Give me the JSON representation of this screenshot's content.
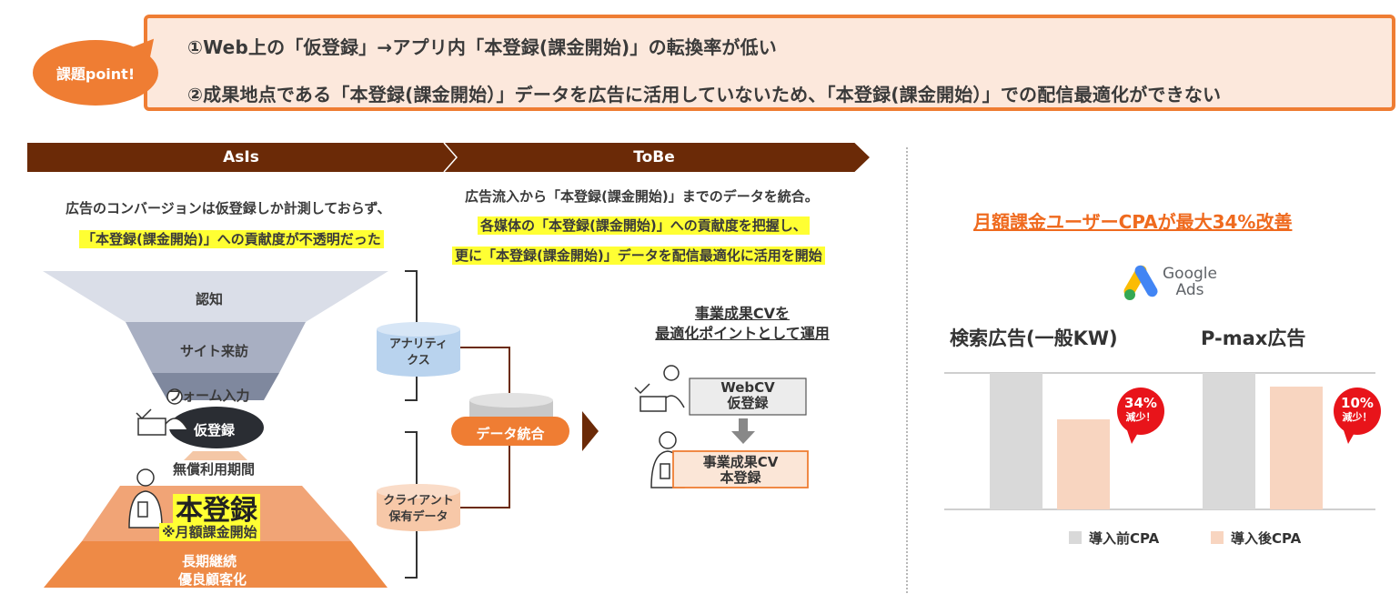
{
  "issue": {
    "badge": "課題point!",
    "line1": "①Web上の「仮登録」→アプリ内「本登録(課金開始)」の転換率が低い",
    "line2": "②成果地点である「本登録(課金開始）」データを広告に活用していないため、「本登録(課金開始）」での配信最適化ができない"
  },
  "asis": {
    "header": "AsIs",
    "text1": "広告のコンバージョンは仮登録しか計測しておらず、",
    "text2": "「本登録(課金開始)」への貢献度が不透明だった"
  },
  "tobe": {
    "header": "ToBe",
    "text1": "広告流入から「本登録(課金開始)」までのデータを統合。",
    "text2": "各媒体の「本登録(課金開始)」への貢献度を把握し、",
    "text3": "更に「本登録(課金開始)」データを配信最適化に活用を開始"
  },
  "funnel": {
    "stage1": "認知",
    "stage2": "サイト来訪",
    "stage3": "フォーム入力",
    "stage4": "仮登録",
    "free_period": "無償利用期間",
    "main": "本登録",
    "main_sub": "※月額課金開始",
    "long1": "長期継続",
    "long2": "優良顧客化"
  },
  "data": {
    "analytics1": "アナリティ",
    "analytics2": "クス",
    "client1": "クライアント",
    "client2": "保有データ",
    "integrate": "データ統合"
  },
  "cv": {
    "title1": "事業成果CVを",
    "title2": "最適化ポイントとして運用",
    "web1": "WebCV",
    "web2": "仮登録",
    "biz1": "事業成果CV",
    "biz2": "本登録"
  },
  "result": {
    "headline": "月額課金ユーザーCPAが最大34%改善",
    "logo1": "Google",
    "logo2": "Ads",
    "group1": "検索広告(一般KW)",
    "group2": "P-max広告",
    "badge1_pct": "34%",
    "badge1_txt": "減少！",
    "badge2_pct": "10%",
    "badge2_txt": "減少！",
    "legend_before": "導入前CPA",
    "legend_after": "導入後CPA",
    "color_before": "#d9d9d9",
    "color_after": "#f8d5c0"
  },
  "chart_data": {
    "type": "bar",
    "categories": [
      "検索広告(一般KW)",
      "P-max広告"
    ],
    "series": [
      {
        "name": "導入前CPA",
        "values": [
          100,
          100
        ]
      },
      {
        "name": "導入後CPA",
        "values": [
          66,
          90
        ]
      }
    ],
    "ylim": [
      0,
      100
    ]
  }
}
